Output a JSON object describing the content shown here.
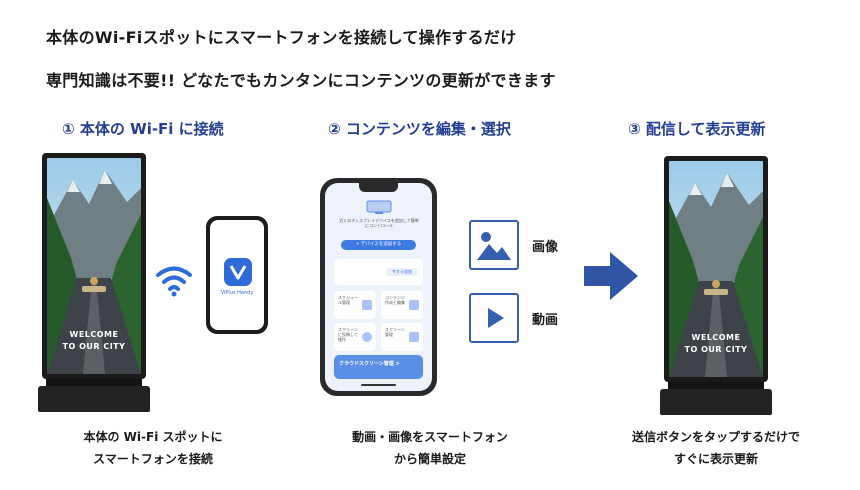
{
  "headline": {
    "line1": "本体のWi-Fiスポットにスマートフォンを接続して操作するだけ",
    "line2": "専門知識は不要!!  どなたでもカンタンにコンテンツの更新ができます"
  },
  "steps": [
    {
      "title": "① 本体の Wi-Fi に接続",
      "caption_l1": "本体の Wi-Fi スポットに",
      "caption_l2": "スマートフォンを接続"
    },
    {
      "title": "② コンテンツを編集・選択",
      "caption_l1": "動画・画像をスマートフォン",
      "caption_l2": "から簡単設定"
    },
    {
      "title": "③ 配信して表示更新",
      "caption_l1": "送信ボタンをタップするだけで",
      "caption_l2": "すぐに表示更新"
    }
  ],
  "signage": {
    "screen_text_l1": "WELCOME",
    "screen_text_l2": "TO OUR CITY"
  },
  "phone_app": {
    "small_app_name": "ViPlus Handy",
    "intro_text": "近くのディスプレイデバイスを追加して簡単にコントロール",
    "add_device_button": "+ デバイスを追加する",
    "banner_text": "今すぐ追加",
    "cards": [
      "スケジュール管理",
      "コンテンツ作成と編集",
      "スクリーンに投稿して操作",
      "スクリーン管理"
    ],
    "cloud_banner": "クラウドスクリーン管理 >"
  },
  "media": {
    "image_label": "画像",
    "video_label": "動画"
  },
  "colors": {
    "step_title": "#233e92",
    "arrow": "#2f55a4",
    "accent": "#355fae"
  }
}
